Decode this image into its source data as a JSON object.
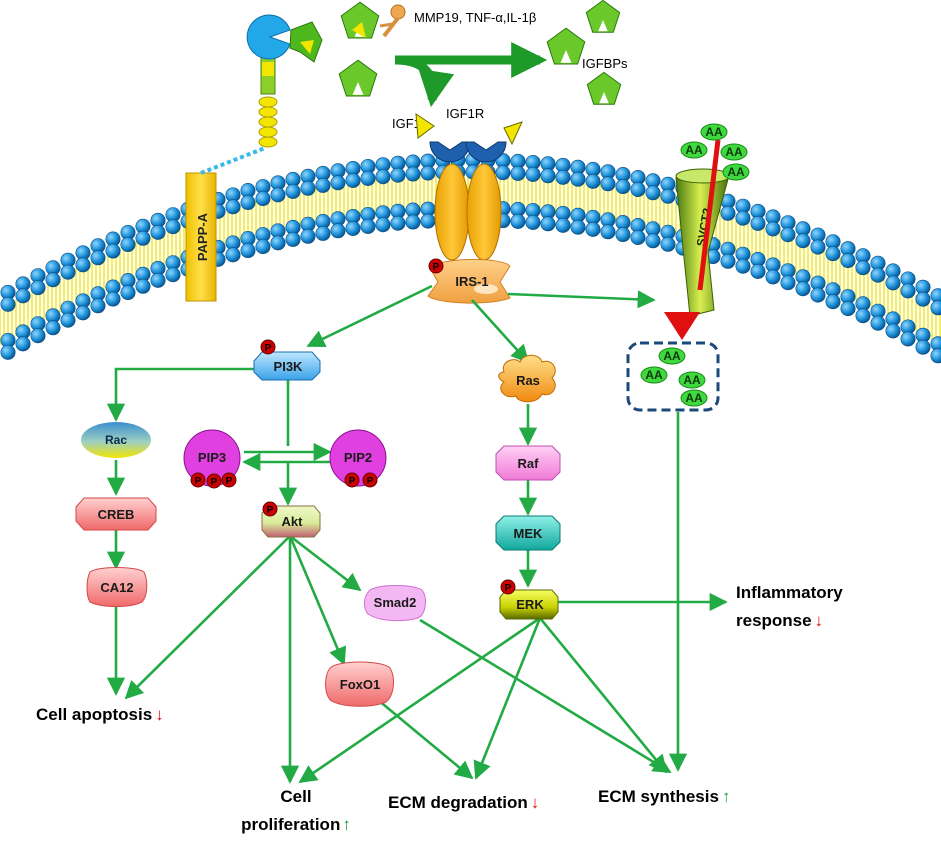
{
  "top": {
    "signals": "MMP19, TNF-α,IL-1β",
    "igfbps": "IGFBPs",
    "igf1": "IGF1",
    "igf1r": "IGF1R",
    "pappa": "PAPP-A",
    "svct2": "SVCT2",
    "irs1": "IRS-1",
    "phospho": "P",
    "aa": "AA"
  },
  "nodes": {
    "pi3k": "PI3K",
    "rac": "Rac",
    "creb": "CREB",
    "ca12": "CA12",
    "pip3": "PIP3",
    "pip2": "PIP2",
    "akt": "Akt",
    "smad2": "Smad2",
    "foxo1": "FoxO1",
    "ras": "Ras",
    "raf": "Raf",
    "mek": "MEK",
    "erk": "ERK"
  },
  "outcomes": {
    "apoptosis": "Cell apoptosis",
    "prolif_line1": "Cell",
    "prolif_line2": "proliferation",
    "ecm_deg": "ECM degradation",
    "ecm_syn": "ECM synthesis",
    "inflam_line1": "Inflammatory",
    "inflam_line2": "response",
    "up": "↑",
    "down": "↓"
  },
  "colors": {
    "arrow": "#22aa44",
    "up": "#1a9a3a",
    "down": "#dd1111",
    "lipid_head": "#1a8fd8",
    "tail": "#f2e600"
  }
}
